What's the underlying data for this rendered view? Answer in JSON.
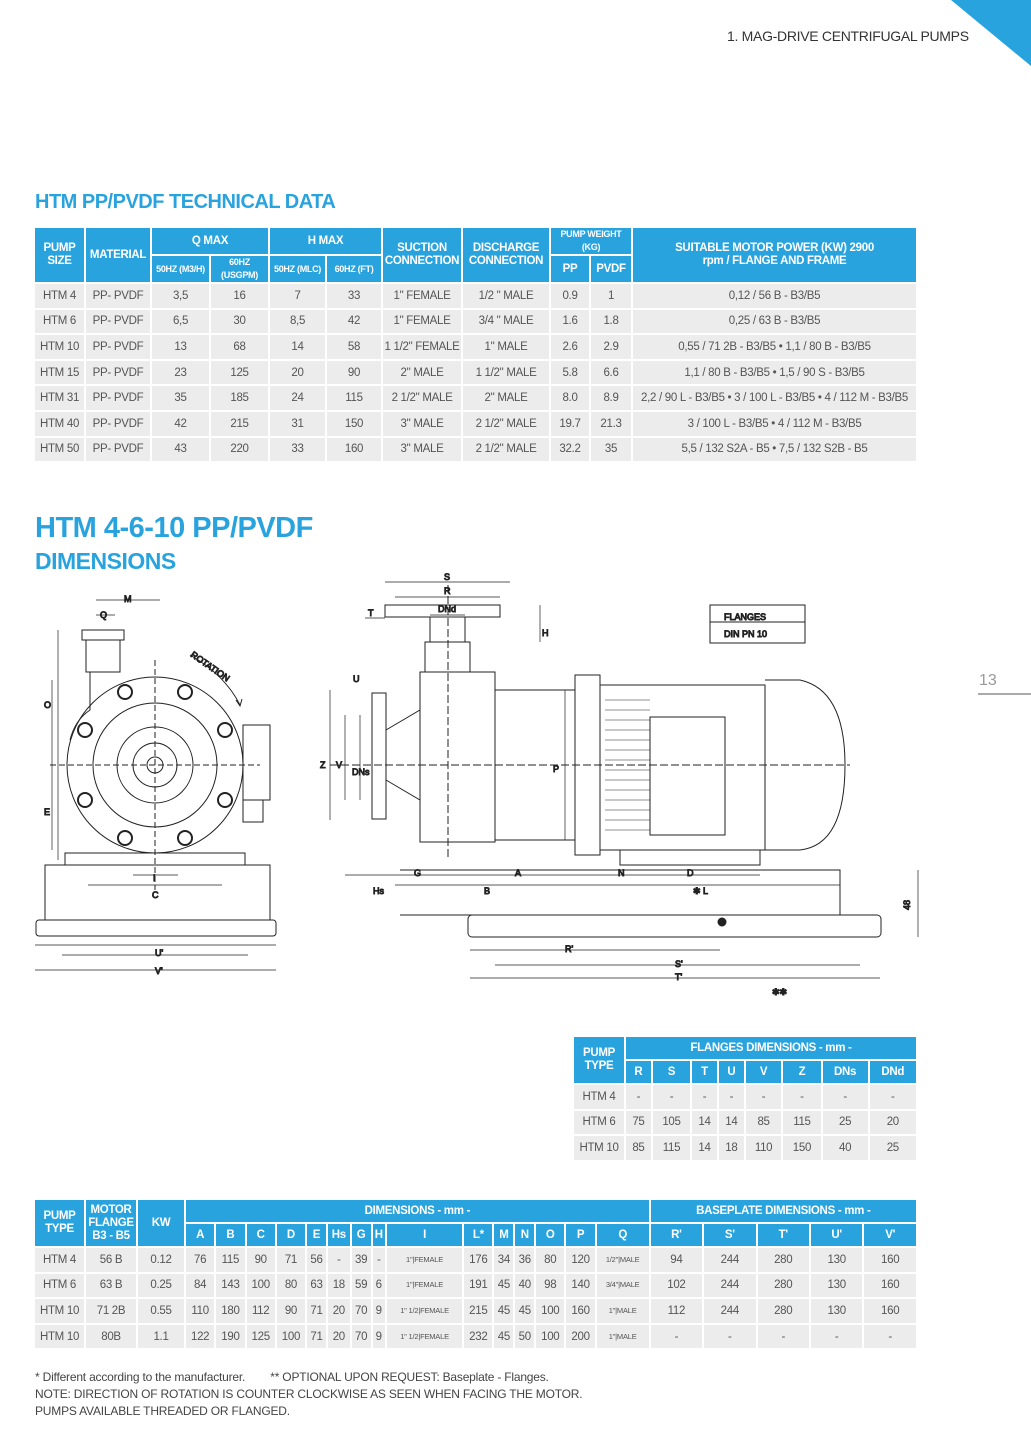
{
  "header": {
    "section": "1. MAG-DRIVE CENTRIFUGAL PUMPS",
    "page_number": "13",
    "accent": "#29a3dd"
  },
  "tech_title": "HTM PP/PVDF TECHNICAL DATA",
  "tech_table": {
    "headers": {
      "pump_size": "PUMP SIZE",
      "material": "MATERIAL",
      "q_max": "Q MAX",
      "h_max": "H MAX",
      "q50": "50HZ (M3/H)",
      "q60": "60HZ (USGPM)",
      "h50": "50HZ (MLC)",
      "h60": "60HZ (FT)",
      "suction": "SUCTION CONNECTION",
      "discharge": "DISCHARGE CONNECTION",
      "weight": "PUMP WEIGHT (KG)",
      "pp": "PP",
      "pvdf": "PVDF",
      "motor": "SUITABLE MOTOR POWER (KW) 2900 rpm / FLANGE AND FRAME"
    },
    "rows": [
      [
        "HTM 4",
        "PP- PVDF",
        "3,5",
        "16",
        "7",
        "33",
        "1\" FEMALE",
        "1/2 \" MALE",
        "0.9",
        "1",
        "0,12 / 56 B - B3/B5"
      ],
      [
        "HTM 6",
        "PP- PVDF",
        "6,5",
        "30",
        "8,5",
        "42",
        "1\" FEMALE",
        "3/4 \" MALE",
        "1.6",
        "1.8",
        "0,25 / 63 B - B3/B5"
      ],
      [
        "HTM 10",
        "PP- PVDF",
        "13",
        "68",
        "14",
        "58",
        "1 1/2\" FEMALE",
        "1\" MALE",
        "2.6",
        "2.9",
        "0,55 / 71 2B - B3/B5 • 1,1 / 80 B - B3/B5"
      ],
      [
        "HTM 15",
        "PP- PVDF",
        "23",
        "125",
        "20",
        "90",
        "2\" MALE",
        "1 1/2\" MALE",
        "5.8",
        "6.6",
        "1,1 / 80 B - B3/B5 • 1,5 / 90 S - B3/B5"
      ],
      [
        "HTM 31",
        "PP- PVDF",
        "35",
        "185",
        "24",
        "115",
        "2 1/2\" MALE",
        "2\" MALE",
        "8.0",
        "8.9",
        "2,2 / 90 L - B3/B5 • 3 / 100 L - B3/B5 • 4 / 112 M - B3/B5"
      ],
      [
        "HTM 40",
        "PP- PVDF",
        "42",
        "215",
        "31",
        "150",
        "3\" MALE",
        "2 1/2\" MALE",
        "19.7",
        "21.3",
        "3 / 100 L - B3/B5 • 4 / 112 M - B3/B5"
      ],
      [
        "HTM 50",
        "PP- PVDF",
        "43",
        "220",
        "33",
        "160",
        "3\" MALE",
        "2 1/2\" MALE",
        "32.2",
        "35",
        "5,5 / 132 S2A - B5 • 7,5 / 132 S2B - B5"
      ]
    ]
  },
  "dim_title": "HTM 4-6-10 PP/PVDF",
  "dim_subtitle": "DIMENSIONS",
  "drawing": {
    "flanges_label": "FLANGES",
    "din_label": "DIN  PN  10",
    "rotation": "ROTATION",
    "labels": {
      "M": "M",
      "Q": "Q",
      "O": "O",
      "E": "E",
      "I": "I",
      "C": "C",
      "U1": "U'",
      "V1": "V'",
      "S": "S",
      "R": "R",
      "T": "T",
      "DNd": "DNd",
      "H": "H",
      "U": "U",
      "Z": "Z",
      "V": "V",
      "DNs": "DNs",
      "P": "P",
      "Hs": "Hs",
      "G": "G",
      "A": "A",
      "B": "B",
      "N": "N",
      "D": "D",
      "L": "✱ L",
      "R1": "R'",
      "S1": "S'",
      "T1": "T'",
      "h48": "48",
      "opt": "✱✱"
    }
  },
  "flange_table": {
    "pump_type": "PUMP TYPE",
    "title": "FLANGES DIMENSIONS - mm -",
    "cols": [
      "R",
      "S",
      "T",
      "U",
      "V",
      "Z",
      "DNs",
      "DNd"
    ],
    "rows": [
      [
        "HTM 4",
        "-",
        "-",
        "-",
        "-",
        "-",
        "-",
        "-",
        "-"
      ],
      [
        "HTM 6",
        "75",
        "105",
        "14",
        "14",
        "85",
        "115",
        "25",
        "20"
      ],
      [
        "HTM 10",
        "85",
        "115",
        "14",
        "18",
        "110",
        "150",
        "40",
        "25"
      ]
    ]
  },
  "dim_table": {
    "pump_type": "PUMP TYPE",
    "motor_flange": "MOTOR FLANGE B3 - B5",
    "kw": "KW",
    "dims_title": "DIMENSIONS - mm -",
    "base_title": "BASEPLATE DIMENSIONS - mm -",
    "dim_cols": [
      "A",
      "B",
      "C",
      "D",
      "E",
      "Hs",
      "G",
      "H",
      "I",
      "L*",
      "M",
      "N",
      "O",
      "P",
      "Q"
    ],
    "base_cols": [
      "R'",
      "S'",
      "T'",
      "U'",
      "V'"
    ],
    "rows": [
      [
        "HTM 4",
        "56 B",
        "0.12",
        "76",
        "115",
        "90",
        "71",
        "56",
        "-",
        "39",
        "-",
        "1\"|FEMALE",
        "176",
        "34",
        "36",
        "80",
        "120",
        "1/2\"|MALE",
        "94",
        "244",
        "280",
        "130",
        "160"
      ],
      [
        "HTM 6",
        "63 B",
        "0.25",
        "84",
        "143",
        "100",
        "80",
        "63",
        "18",
        "59",
        "6",
        "1\"|FEMALE",
        "191",
        "45",
        "40",
        "98",
        "140",
        "3/4\"|MALE",
        "102",
        "244",
        "280",
        "130",
        "160"
      ],
      [
        "HTM 10",
        "71 2B",
        "0.55",
        "110",
        "180",
        "112",
        "90",
        "71",
        "20",
        "70",
        "9",
        "1\" 1/2|FEMALE",
        "215",
        "45",
        "45",
        "100",
        "160",
        "1\"|MALE",
        "112",
        "244",
        "280",
        "130",
        "160"
      ],
      [
        "HTM 10",
        "80B",
        "1.1",
        "122",
        "190",
        "125",
        "100",
        "71",
        "20",
        "70",
        "9",
        "1\" 1/2|FEMALE",
        "232",
        "45",
        "50",
        "100",
        "200",
        "1\"|MALE",
        "-",
        "-",
        "-",
        "-",
        "-"
      ]
    ]
  },
  "notes": [
    "* Different according to the manufacturer.        ** OPTIONAL UPON REQUEST: Baseplate - Flanges.",
    "NOTE: DIRECTION OF ROTATION IS COUNTER CLOCKWISE AS SEEN WHEN FACING THE MOTOR.",
    "PUMPS AVAILABLE THREADED OR FLANGED."
  ]
}
